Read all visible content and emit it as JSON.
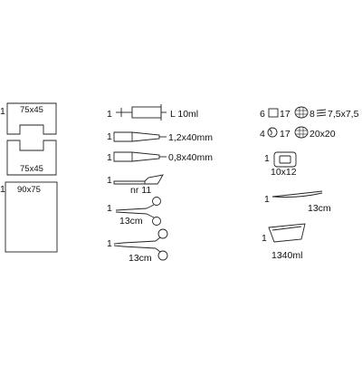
{
  "col_left": {
    "drape_fenestrated": {
      "qty": "1",
      "size_top": "75x45",
      "size_bottom": "75x45"
    },
    "drape_plain": {
      "qty": "1",
      "size": "90x75"
    }
  },
  "col_mid": {
    "syringe": {
      "qty": "1",
      "label": "L 10ml"
    },
    "needle_1": {
      "qty": "1",
      "label": "1,2x40mm"
    },
    "needle_2": {
      "qty": "1",
      "label": "0,8x40mm"
    },
    "scalpel": {
      "qty": "1",
      "label": "nr 11"
    },
    "scissors": {
      "qty": "1",
      "label": "13cm"
    },
    "needle_holder": {
      "qty": "1",
      "label": "13cm"
    }
  },
  "col_right": {
    "gauze_row": {
      "qty": "6",
      "n1": "17",
      "n2": "8",
      "size": "7,5x7,5"
    },
    "swab_row": {
      "qty": "4",
      "n1": "17",
      "size": "20x20"
    },
    "dressing": {
      "qty": "1",
      "size": "10x12"
    },
    "forceps": {
      "qty": "1",
      "label": "13cm"
    },
    "tray": {
      "qty": "1",
      "label": "1340ml"
    }
  }
}
